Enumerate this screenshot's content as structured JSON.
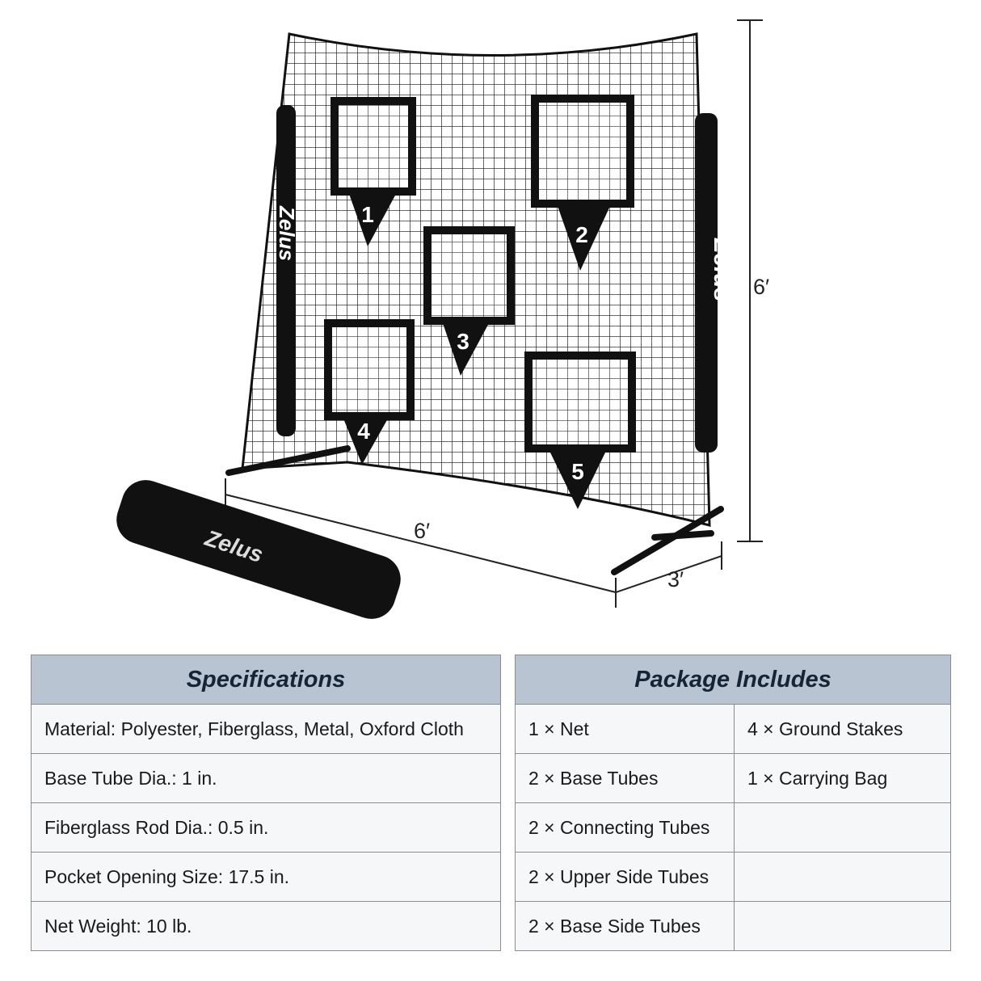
{
  "product": {
    "brand": "Zelus",
    "pocket_numbers": [
      "1",
      "2",
      "3",
      "4",
      "5"
    ]
  },
  "dimensions": {
    "height": "6′",
    "width": "6′",
    "depth": "3′"
  },
  "specifications": {
    "title": "Specifications",
    "rows": [
      "Material: Polyester, Fiberglass, Metal, Oxford Cloth",
      "Base Tube Dia.: 1 in.",
      "Fiberglass Rod Dia.: 0.5 in.",
      "Pocket Opening Size: 17.5 in.",
      "Net Weight: 10 lb."
    ]
  },
  "package": {
    "title": "Package Includes",
    "col1": [
      "1 × Net",
      "2 × Base Tubes",
      "2 × Connecting Tubes",
      "2 × Upper Side Tubes",
      "2 × Base Side Tubes"
    ],
    "col2": [
      "4 × Ground Stakes",
      "1 × Carrying Bag",
      "",
      "",
      ""
    ]
  }
}
